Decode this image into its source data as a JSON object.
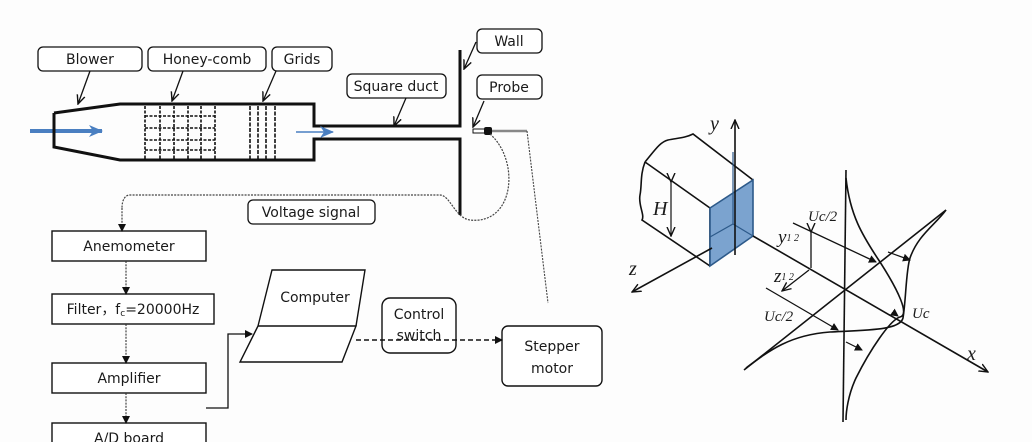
{
  "setup": {
    "labels": {
      "blower": "Blower",
      "honeycomb": "Honey-comb",
      "grids": "Grids",
      "square_duct": "Square duct",
      "wall": "Wall",
      "probe": "Probe",
      "voltage_signal": "Voltage signal"
    },
    "signal_chain": {
      "anemometer": "Anemometer",
      "filter": "Filter，f",
      "filter_sub": "c",
      "filter_value": "=20000Hz",
      "amplifier": "Amplifier",
      "ad_board": "A/D board",
      "computer": "Computer",
      "control_switch_1": "Control",
      "control_switch_2": "switch",
      "stepper_1": "Stepper",
      "stepper_2": "motor"
    },
    "flow_color": "#4a7fc1"
  },
  "jet": {
    "axes": {
      "x": "x",
      "y": "y",
      "z": "z"
    },
    "H": "H",
    "y12": "y",
    "y12_sub": "1 2",
    "z12": "z",
    "z12_sub": "1 2",
    "uc_half_top": "Uc/2",
    "uc_half_bottom": "Uc/2",
    "uc": "Uc",
    "face_color": "#7ba3cf"
  }
}
